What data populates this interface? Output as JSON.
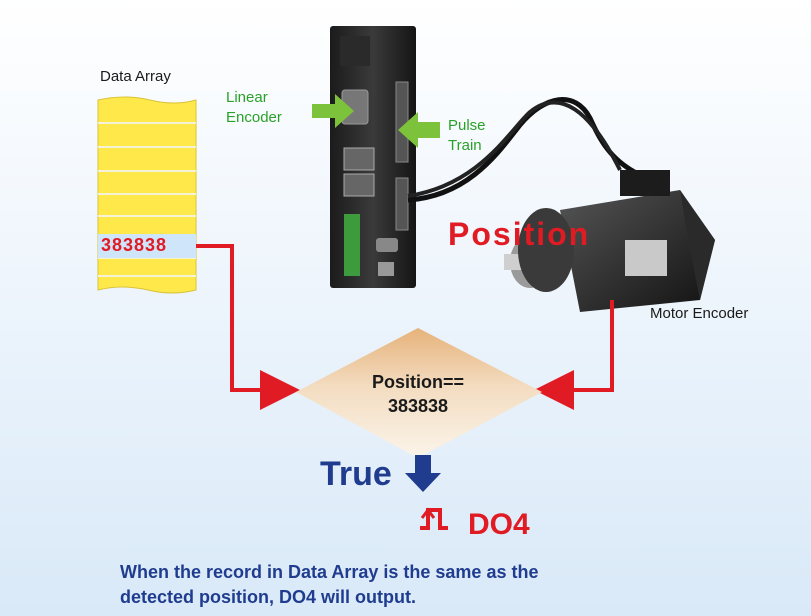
{
  "labels": {
    "data_array": "Data Array",
    "linear_encoder": "Linear\nEncoder",
    "pulse_train": "Pulse\nTrain",
    "position": "Position",
    "motor_encoder": "Motor Encoder",
    "array_value": "383838",
    "compare": "Position==\n383838",
    "true": "True",
    "do4": "DO4",
    "caption": "When the record in Data Array is the same as the\ndetected position, DO4 will output."
  },
  "colors": {
    "red": "#e01b24",
    "green_arrow": "#7cc23a",
    "navy": "#1f3c8f",
    "array_fill": "#ffe94a",
    "array_highlight": "#cfe6fa"
  }
}
